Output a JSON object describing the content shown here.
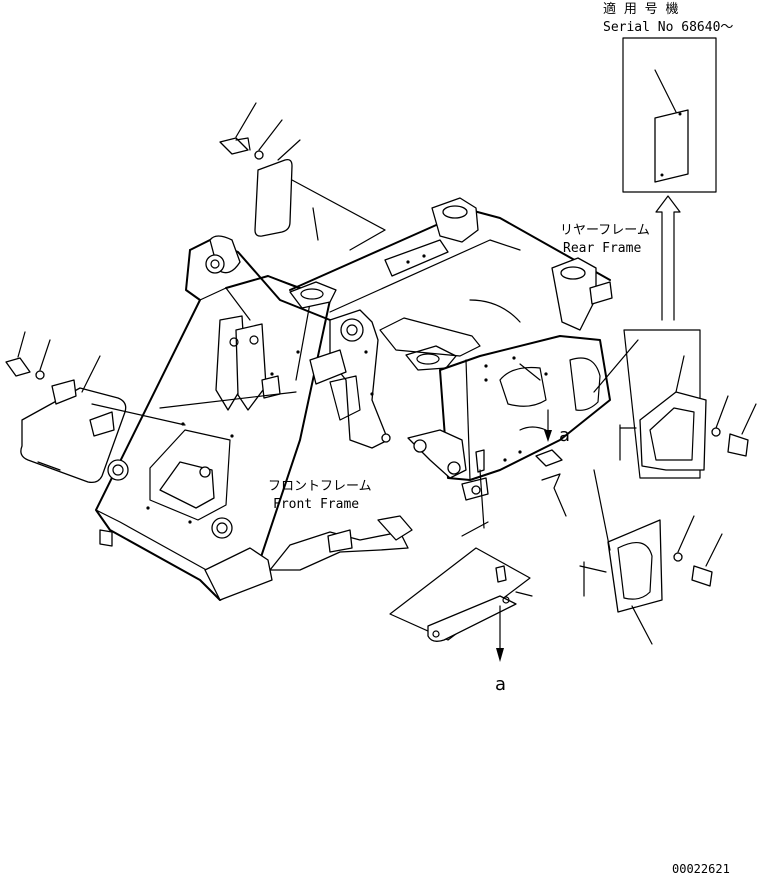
{
  "serial": {
    "jp": "適 用 号 機",
    "en": "Serial No 68640〜"
  },
  "rear_frame": {
    "jp": "リヤーフレーム",
    "en": "Rear Frame"
  },
  "front_frame": {
    "jp": "フロントフレーム",
    "en": "Front Frame"
  },
  "markers": {
    "a_upper": "a",
    "a_lower": "a"
  },
  "doc_number": "00022621"
}
